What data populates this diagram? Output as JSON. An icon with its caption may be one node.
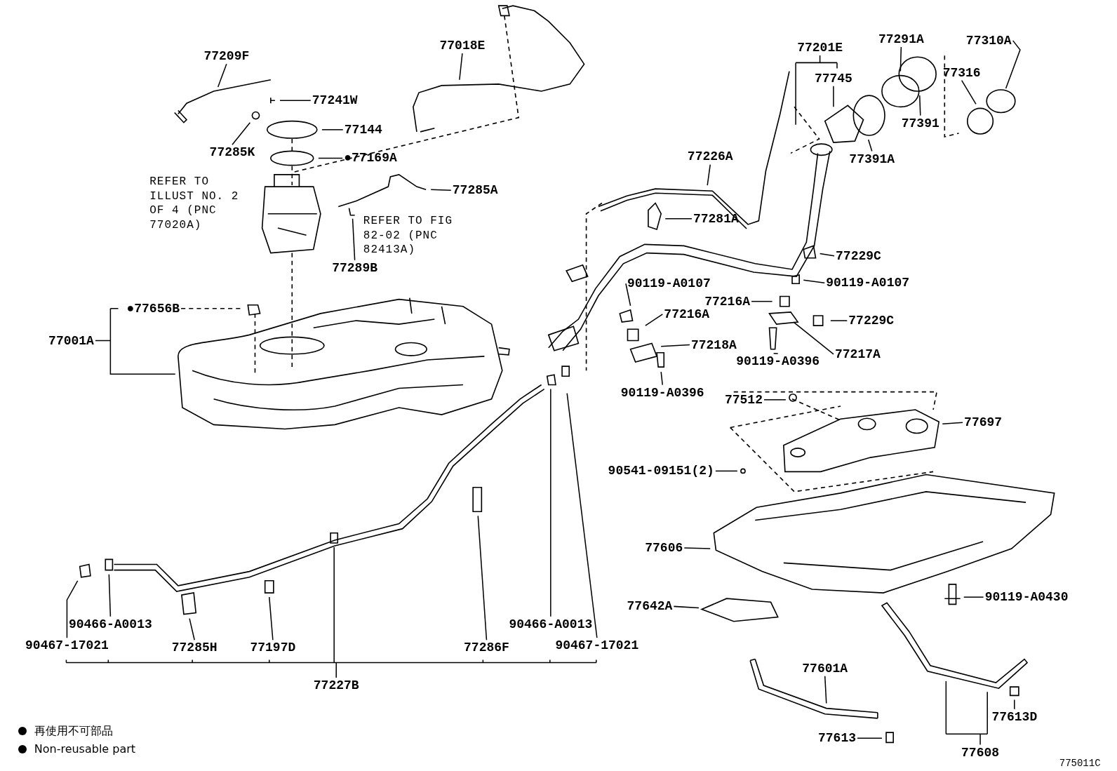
{
  "diagram": {
    "nodes": [
      {
        "text": [
          "77209F"
        ]
      },
      {
        "text": [
          "77241W"
        ]
      },
      {
        "text": [
          "77144"
        ]
      },
      {
        "text": [
          "77285K"
        ]
      },
      {
        "text": [
          "●77169A"
        ]
      },
      {
        "text": [
          "77018E"
        ]
      },
      {
        "text": [
          "77285A"
        ]
      },
      {
        "text": [
          "77289B"
        ]
      },
      {
        "text": [
          "77201E"
        ]
      },
      {
        "text": [
          "77745"
        ]
      },
      {
        "text": [
          "77291A"
        ]
      },
      {
        "text": [
          "77310A"
        ]
      },
      {
        "text": [
          "77316"
        ]
      },
      {
        "text": [
          "77391"
        ]
      },
      {
        "text": [
          "77226A"
        ]
      },
      {
        "text": [
          "77391A"
        ]
      },
      {
        "text": [
          "77281A"
        ]
      },
      {
        "text": [
          "77229C"
        ]
      },
      {
        "text": [
          "90119-A0107"
        ]
      },
      {
        "text": [
          "90119-A0107"
        ]
      },
      {
        "text": [
          "77216A"
        ]
      },
      {
        "text": [
          "77229C"
        ]
      },
      {
        "text": [
          "77216A"
        ]
      },
      {
        "text": [
          "77217A"
        ]
      },
      {
        "text": [
          "77218A"
        ]
      },
      {
        "text": [
          "90119-A0396"
        ]
      },
      {
        "text": [
          "90119-A0396"
        ]
      },
      {
        "text": [
          "●77656B"
        ]
      },
      {
        "text": [
          "77001A"
        ]
      },
      {
        "text": [
          "77512"
        ]
      },
      {
        "text": [
          "77697"
        ]
      },
      {
        "text": [
          "90541-09151(2)"
        ]
      },
      {
        "text": [
          "77606"
        ]
      },
      {
        "text": [
          "90119-A0430"
        ]
      },
      {
        "text": [
          "77642A"
        ]
      },
      {
        "text": [
          "90466-A0013"
        ]
      },
      {
        "text": [
          "90467-17021"
        ]
      },
      {
        "text": [
          "77285H"
        ]
      },
      {
        "text": [
          "77197D"
        ]
      },
      {
        "text": [
          "77286F"
        ]
      },
      {
        "text": [
          "90466-A0013"
        ]
      },
      {
        "text": [
          "90467-17021"
        ]
      },
      {
        "text": [
          "77227B"
        ]
      },
      {
        "text": [
          "77601A"
        ]
      },
      {
        "text": [
          "77613D"
        ]
      },
      {
        "text": [
          "77613"
        ]
      },
      {
        "text": [
          "77608"
        ]
      }
    ],
    "edges": [
      {
        "from": 0,
        "to": null,
        "arrow": "none"
      },
      {
        "from": 1,
        "to": null,
        "arrow": "none"
      },
      {
        "from": 2,
        "to": null,
        "arrow": "none"
      },
      {
        "from": 3,
        "to": null,
        "arrow": "none"
      },
      {
        "from": 4,
        "to": null,
        "arrow": "none"
      },
      {
        "from": 5,
        "to": null,
        "arrow": "none"
      },
      {
        "from": 6,
        "to": null,
        "arrow": "none"
      },
      {
        "from": 7,
        "to": null,
        "arrow": "none"
      },
      {
        "from": 8,
        "to": null,
        "arrow": "none"
      },
      {
        "from": 9,
        "to": null,
        "arrow": "none"
      },
      {
        "from": 10,
        "to": null,
        "arrow": "none"
      },
      {
        "from": 11,
        "to": null,
        "arrow": "none"
      },
      {
        "from": 12,
        "to": null,
        "arrow": "none"
      },
      {
        "from": 13,
        "to": null,
        "arrow": "none"
      },
      {
        "from": 14,
        "to": null,
        "arrow": "none"
      },
      {
        "from": 15,
        "to": null,
        "arrow": "none"
      },
      {
        "from": 16,
        "to": null,
        "arrow": "none"
      },
      {
        "from": 17,
        "to": null,
        "arrow": "none"
      },
      {
        "from": 18,
        "to": null,
        "arrow": "none"
      },
      {
        "from": 19,
        "to": null,
        "arrow": "none"
      },
      {
        "from": 20,
        "to": null,
        "arrow": "none"
      },
      {
        "from": 21,
        "to": null,
        "arrow": "none"
      },
      {
        "from": 22,
        "to": null,
        "arrow": "none"
      },
      {
        "from": 23,
        "to": null,
        "arrow": "none"
      },
      {
        "from": 24,
        "to": null,
        "arrow": "none"
      },
      {
        "from": 25,
        "to": null,
        "arrow": "none"
      },
      {
        "from": 26,
        "to": null,
        "arrow": "none"
      },
      {
        "from": 27,
        "to": null,
        "arrow": "none",
        "style": "dashed"
      },
      {
        "from": 28,
        "to": null,
        "arrow": "none"
      },
      {
        "from": 29,
        "to": null,
        "arrow": "none"
      },
      {
        "from": 30,
        "to": null,
        "arrow": "none"
      },
      {
        "from": 31,
        "to": null,
        "arrow": "none"
      },
      {
        "from": 32,
        "to": null,
        "arrow": "none"
      },
      {
        "from": 33,
        "to": null,
        "arrow": "none"
      },
      {
        "from": 34,
        "to": null,
        "arrow": "none"
      },
      {
        "from": 35,
        "to": null,
        "arrow": "none"
      },
      {
        "from": 36,
        "to": null,
        "arrow": "none"
      },
      {
        "from": 37,
        "to": null,
        "arrow": "none"
      },
      {
        "from": 38,
        "to": null,
        "arrow": "none"
      },
      {
        "from": 39,
        "to": null,
        "arrow": "none"
      },
      {
        "from": 40,
        "to": null,
        "arrow": "none"
      },
      {
        "from": 41,
        "to": null,
        "arrow": "none"
      },
      {
        "from": 42,
        "to": null,
        "arrow": "none"
      },
      {
        "from": 43,
        "to": null,
        "arrow": "none"
      },
      {
        "from": 44,
        "to": null,
        "arrow": "none"
      },
      {
        "from": 45,
        "to": null,
        "arrow": "none"
      },
      {
        "from": 46,
        "to": null,
        "arrow": "none"
      }
    ],
    "labels": [
      "REFER TO ILLUST NO. 2 OF 4 (PNC 77020A)",
      "REFER TO FIG 82-02 (PNC 82413A)",
      "775011C"
    ],
    "legend": [
      {
        "text": "再使用不可部品"
      },
      {
        "text": "Non-reusable part"
      }
    ]
  }
}
